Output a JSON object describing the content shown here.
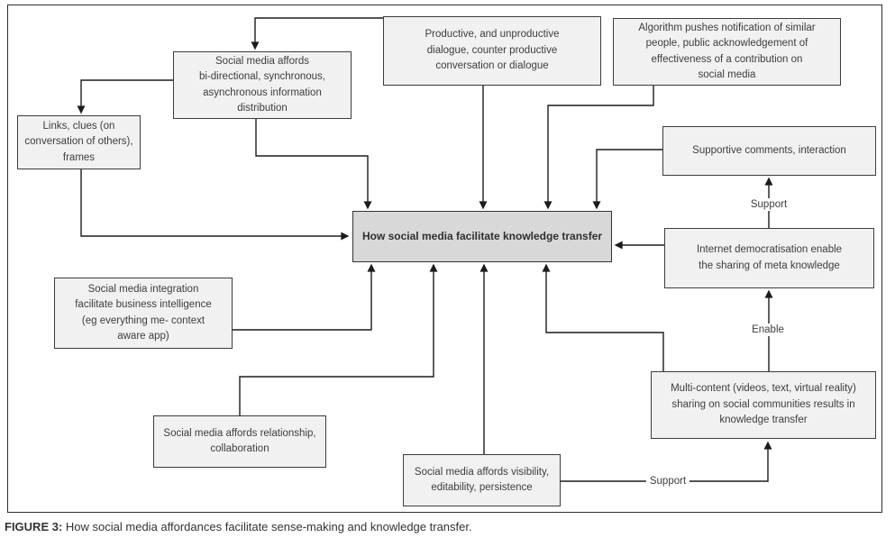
{
  "figure_caption": {
    "label": "FIGURE 3:",
    "text": "How social media affordances facilitate sense-making and knowledge transfer."
  },
  "diagram": {
    "center_node": "How social media facilitate knowledge transfer",
    "nodes": {
      "bidirectional": "Social media affords\nbi-directional, synchronous,\nasynchronous information\ndistribution",
      "links": "Links, clues (on\nconversation of others),\nframes",
      "productive": "Productive, and unproductive\ndialogue, counter productive\nconversation or dialogue",
      "algorithm": "Algorithm pushes notification of similar\npeople, public acknowledgement of\neffectiveness of a contribution on\nsocial media",
      "supportive": "Supportive comments, interaction",
      "internet": "Internet democratisation enable\nthe sharing of meta knowledge",
      "integration": "Social media integration\nfacilitate business intelligence\n(eg everything me- context\naware app)",
      "relationship": "Social media affords relationship,\ncollaboration",
      "visibility": "Social media affords visibility,\neditability, persistence",
      "multicontent": "Multi-content (videos, text, virtual reality)\nsharing on social communities results in\nknowledge transfer"
    },
    "edge_labels": {
      "support_upper": "Support",
      "enable": "Enable",
      "support_lower": "Support"
    },
    "colors": {
      "node_fill": "#f1f1f1",
      "center_node_fill": "#d8d8d8",
      "node_border": "#3c3c3c",
      "line": "#1c1c1c",
      "text": "#3d3d3d"
    }
  }
}
